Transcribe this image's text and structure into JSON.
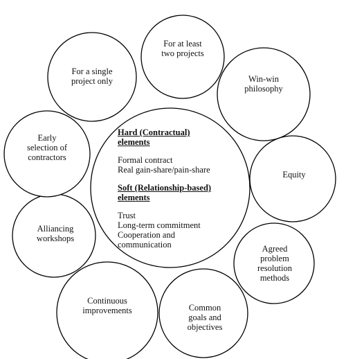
{
  "center": {
    "hard_heading": [
      "Hard (Contractual)",
      "elements"
    ],
    "hard_items": [
      "Formal contract",
      "Real gain-share/pain-share"
    ],
    "soft_heading": [
      "Soft (Relationship-based)",
      "elements"
    ],
    "soft_items": [
      "Trust",
      "Long-term commitment",
      "Cooperation and",
      "communication"
    ]
  },
  "elements": [
    {
      "id": "two-projects",
      "lines": [
        "For at least",
        "two projects"
      ]
    },
    {
      "id": "win-win",
      "lines": [
        "Win-win",
        "philosophy"
      ]
    },
    {
      "id": "equity",
      "lines": [
        "Equity"
      ]
    },
    {
      "id": "agreed-problem",
      "lines": [
        "Agreed",
        "problem",
        "resolution",
        "methods"
      ]
    },
    {
      "id": "common-goals",
      "lines": [
        "Common",
        "goals and",
        "objectives"
      ]
    },
    {
      "id": "continuous",
      "lines": [
        "Continuous",
        "improvements"
      ]
    },
    {
      "id": "alliancing",
      "lines": [
        "Alliancing",
        "workshops"
      ]
    },
    {
      "id": "early-selection",
      "lines": [
        "Early",
        "selection of",
        "contractors"
      ]
    },
    {
      "id": "single-project",
      "lines": [
        "For a single",
        "project only"
      ]
    }
  ]
}
